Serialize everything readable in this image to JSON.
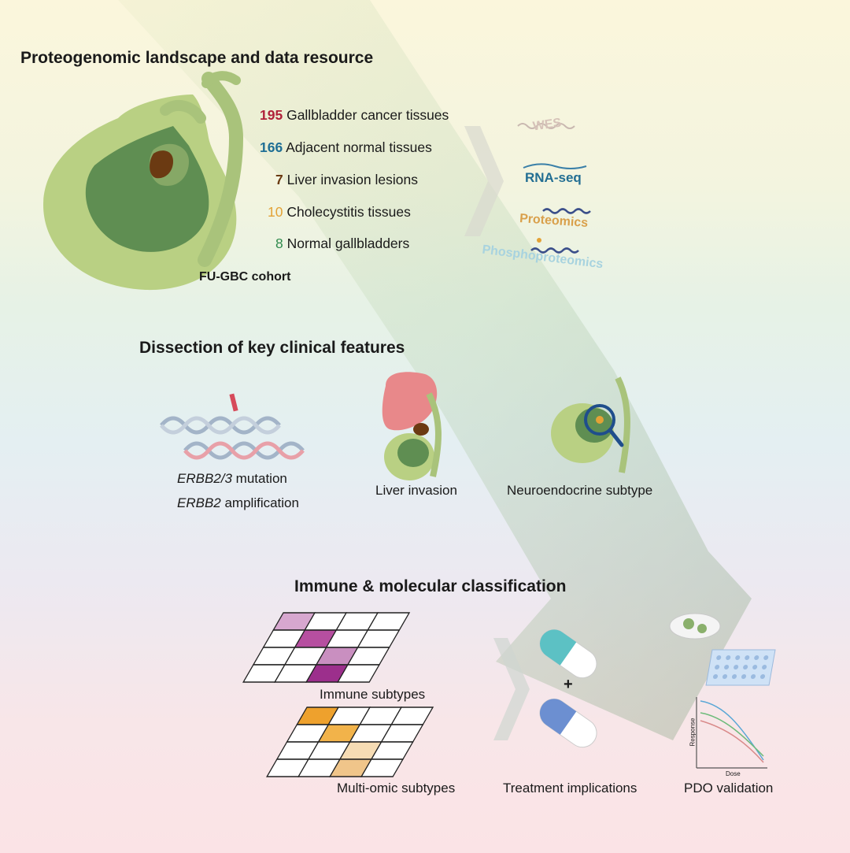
{
  "sections": {
    "landscape": "Proteogenomic landscape and data resource",
    "clinical": "Dissection of key clinical features",
    "classification": "Immune & molecular classification"
  },
  "cohort": {
    "label": "FU-GBC cohort",
    "rows": [
      {
        "count": "195",
        "text": "Gallbladder cancer tissues",
        "color": "#b0213a"
      },
      {
        "count": "166",
        "text": "Adjacent normal tissues",
        "color": "#1f6f95"
      },
      {
        "count": "7",
        "text": "Liver invasion lesions",
        "color": "#6b3a12"
      },
      {
        "count": "10",
        "text": "Cholecystitis tissues",
        "color": "#e3a236"
      },
      {
        "count": "8",
        "text": "Normal gallbladders",
        "color": "#2f8a4d"
      }
    ]
  },
  "omics": {
    "wes": "WES",
    "rnaseq": "RNA-seq",
    "proteomics": "Proteomics",
    "phospho": "Phosphoproteomics"
  },
  "features": {
    "erbb_gene1": "ERBB2/3",
    "erbb_rest1": " mutation",
    "erbb_gene2": "ERBB2",
    "erbb_rest2": " amplification",
    "liver": "Liver invasion",
    "neuro": "Neuroendocrine subtype"
  },
  "classification": {
    "immune": "Immune subtypes",
    "multiomic": "Multi-omic subtypes",
    "treatment": "Treatment implications",
    "plus": "+",
    "pdo": "PDO validation",
    "response_axis": "Response",
    "dose_axis": "Dose"
  }
}
